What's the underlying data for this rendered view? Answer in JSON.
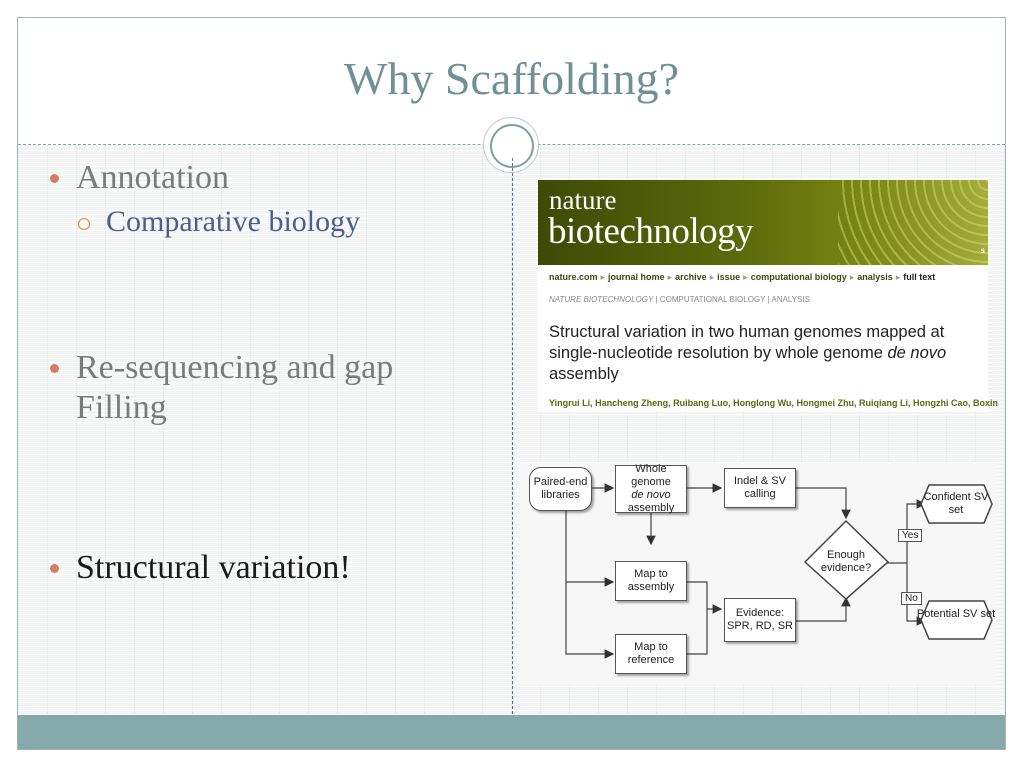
{
  "slide": {
    "title": "Why Scaffolding?"
  },
  "bullets": {
    "b1": "Annotation",
    "b1_sub": "Comparative biology",
    "b2": "Re-sequencing and gap Filling",
    "b3": "Structural variation!"
  },
  "nature_panel": {
    "logo_line1": "nature",
    "logo_line2": "biotechnology",
    "logo_corner": "s",
    "breadcrumbs": [
      "nature.com",
      "journal home",
      "archive",
      "issue",
      "computational biology",
      "analysis",
      "full text"
    ],
    "category_journal": "NATURE BIOTECHNOLOGY",
    "category_rest": "| COMPUTATIONAL BIOLOGY | ANALYSIS",
    "article_title_part1": "Structural variation in two human genomes mapped at single-nucleotide resolution by whole genome",
    "article_title_italic": "de novo",
    "article_title_part2": "assembly",
    "authors": "Yingrui Li, Hancheng Zheng, Ruibang Luo, Honglong Wu, Hongmei Zhu, Ruiqiang Li, Hongzhi Cao, Boxin"
  },
  "flowchart": {
    "paired_end": "Paired-end libraries",
    "whole_genome_1": "Whole genome",
    "whole_genome_italic": "de novo",
    "whole_genome_2": "assembly",
    "indel_sv": "Indel & SV calling",
    "enough_evidence": "Enough evidence?",
    "map_assembly": "Map to assembly",
    "map_reference": "Map to reference",
    "evidence": "Evidence: SPR, RD, SR",
    "yes": "Yes",
    "no": "No",
    "confident": "Confident SV set",
    "potential": "Potential SV set"
  },
  "colors": {
    "title": "#6f9094",
    "accent_bar": "#86a9ab",
    "bullet_dot": "#d27e64",
    "sub_text": "#4e5c8e"
  }
}
